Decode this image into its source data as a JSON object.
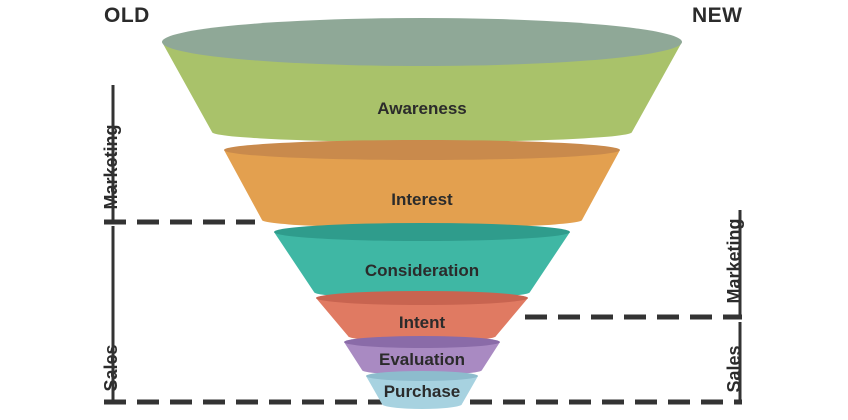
{
  "left_label": "OLD",
  "right_label": "NEW",
  "left_side": {
    "marketing": "Marketing",
    "sales": "Sales"
  },
  "right_side": {
    "marketing": "Marketing",
    "sales": "Sales"
  },
  "stages": [
    {
      "label": "Awareness",
      "color": "#a9c26a",
      "top_color": "#8fa897"
    },
    {
      "label": "Interest",
      "color": "#e3a04f",
      "top_color": "#c98a4c"
    },
    {
      "label": "Consideration",
      "color": "#3fb7a4",
      "top_color": "#2f9c8c"
    },
    {
      "label": "Intent",
      "color": "#e07a62",
      "top_color": "#c86450"
    },
    {
      "label": "Evaluation",
      "color": "#a98ac2",
      "top_color": "#8a6ba8"
    },
    {
      "label": "Purchase",
      "color": "#a7d2e0",
      "top_color": "#8dbccd"
    }
  ],
  "colors": {
    "text": "#2b2b2b",
    "divider": "#333333"
  }
}
